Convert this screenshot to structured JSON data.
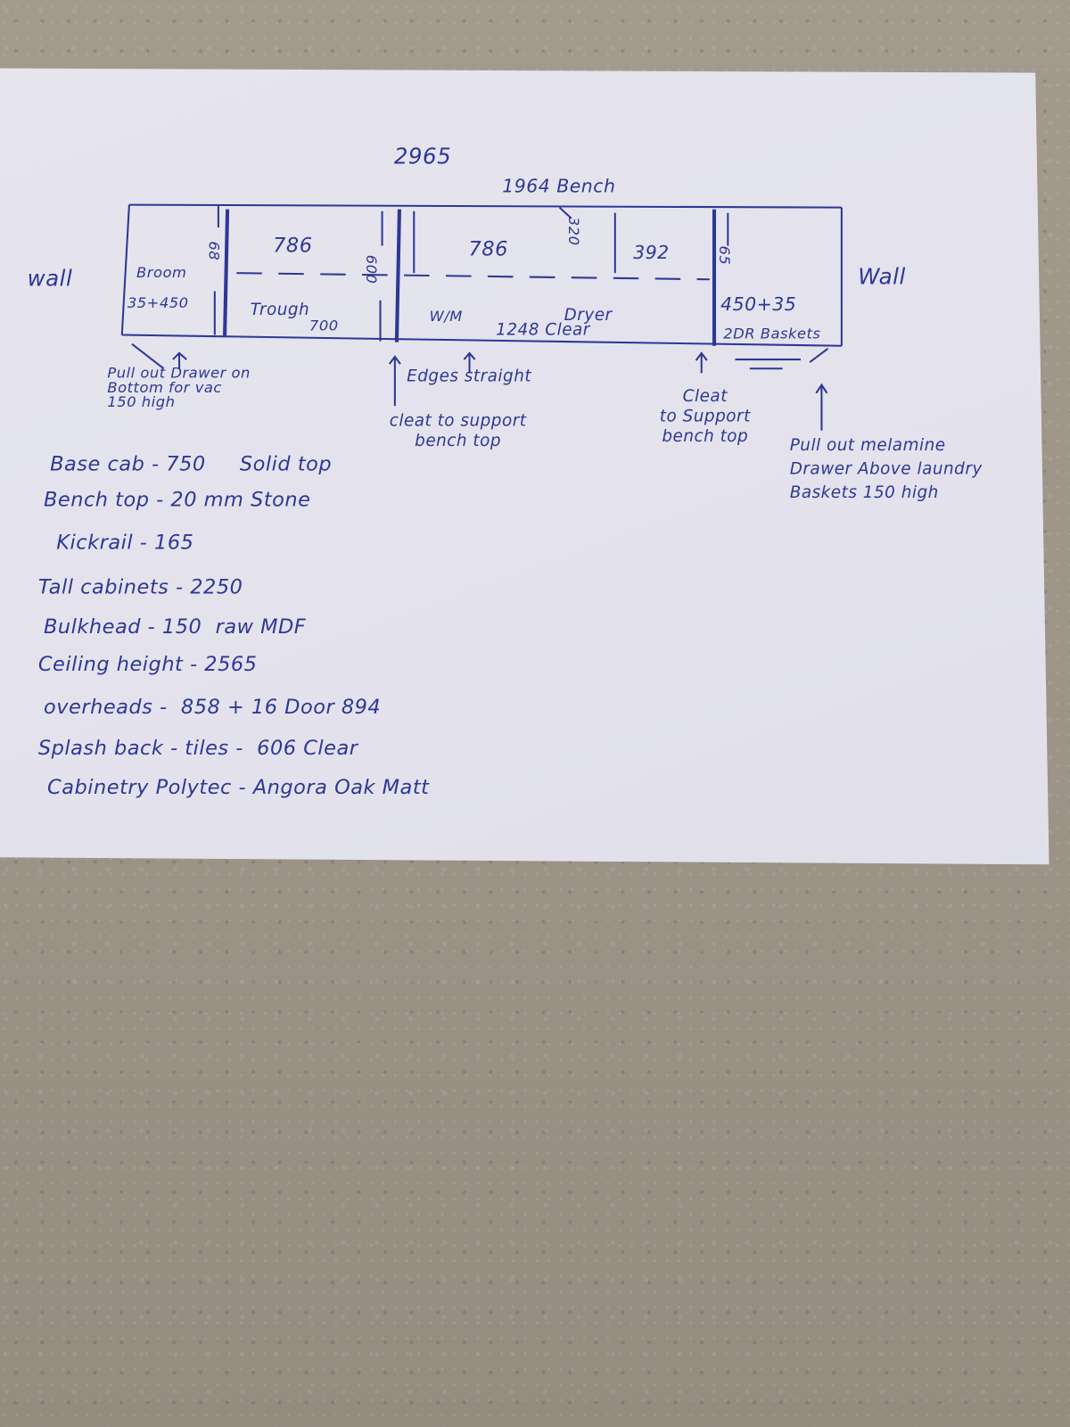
{
  "diagram": {
    "overall_width": "2965",
    "bench_length": "1964 Bench",
    "wall_left": "wall",
    "wall_right": "Wall",
    "broom": {
      "label": "Broom",
      "size": "35+450",
      "gap": "68"
    },
    "trough": {
      "width": "786",
      "label": "Trough",
      "size": "700",
      "gap": "600"
    },
    "washer": {
      "width": "786",
      "label": "W/M"
    },
    "dryer": {
      "label": "Dryer",
      "clear": "1248 Clear",
      "gap": "320"
    },
    "end_space": "392",
    "tall_right": {
      "gap": "65",
      "size": "450+35",
      "baskets": "2DR Baskets"
    },
    "notes": {
      "broom_drawer": [
        "Pull out Drawer on",
        "Bottom for vac",
        "150 high"
      ],
      "edges": "Edges straight",
      "cleat_mid": [
        "cleat to support",
        "bench top"
      ],
      "cleat_right": [
        "Cleat",
        "to Support",
        "bench top"
      ],
      "melamine": [
        "Pull out melamine",
        "Drawer Above laundry",
        "Baskets 150 high"
      ]
    }
  },
  "specs": [
    {
      "label": "Base cab",
      "value": "750",
      "extra": "Solid top"
    },
    {
      "label": "Bench top",
      "value": "20 mm Stone"
    },
    {
      "label": "Kickrail",
      "value": "165"
    },
    {
      "label": "Tall cabinets",
      "value": "2250"
    },
    {
      "label": "Bulkhead",
      "value": "150",
      "extra": "raw MDF"
    },
    {
      "label": "Ceiling height",
      "value": "2565"
    },
    {
      "label": "overheads",
      "value": "858 + 16 Door 894"
    },
    {
      "label": "Splash back - tiles",
      "value": "606 Clear"
    },
    {
      "label": "Cabinetry Polytec",
      "value": "Angora Oak Matt"
    }
  ],
  "colors": {
    "ink": "#2e3796",
    "paper": "#e4e3ed",
    "counter": "#a69d90"
  }
}
